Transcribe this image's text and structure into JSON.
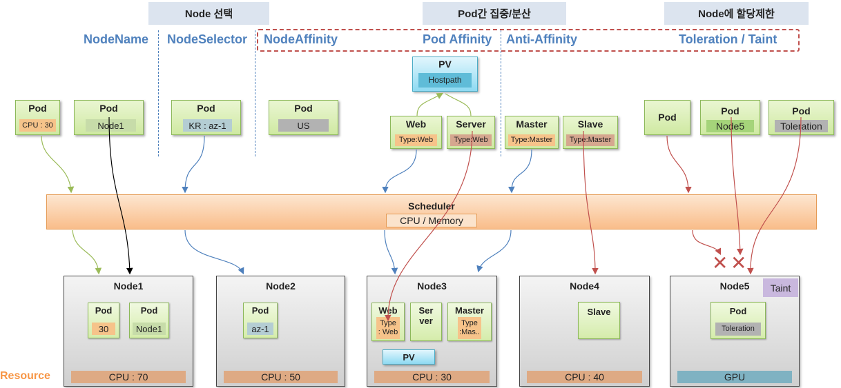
{
  "headers": {
    "node_select": "Node 선택",
    "pod_concentration": "Pod간 집중/분산",
    "node_restriction": "Node에 할당제한"
  },
  "categories": {
    "node_name": "NodeName",
    "node_selector": "NodeSelector",
    "node_affinity": "NodeAffinity",
    "pod_affinity": "Pod Affinity",
    "anti_affinity": "Anti-Affinity",
    "toleration_taint": "Toleration / Taint"
  },
  "top_pods": {
    "cpu_pod": {
      "title": "Pod",
      "tag": "CPU : 30"
    },
    "name_pod": {
      "title": "Pod",
      "tag": "Node1"
    },
    "selector_pod": {
      "title": "Pod",
      "tag": "KR : az-1"
    },
    "affinity_pod": {
      "title": "Pod",
      "tag": "US"
    },
    "web_pod": {
      "title": "Web",
      "tag": "Type:Web"
    },
    "server_pod": {
      "title": "Server",
      "tag": "Type:Web"
    },
    "master_pod": {
      "title": "Master",
      "tag": "Type:Master"
    },
    "slave_pod": {
      "title": "Slave",
      "tag": "Type:Master"
    },
    "plain_pod": {
      "title": "Pod"
    },
    "node5_pod": {
      "title": "Pod",
      "tag": "Node5"
    },
    "toleration_pod": {
      "title": "Pod",
      "tag": "Toleration"
    }
  },
  "pv_top": {
    "title": "PV",
    "tag": "Hostpath"
  },
  "scheduler": {
    "title": "Scheduler",
    "tag": "CPU / Memory"
  },
  "resource_label": "Resource",
  "nodes": {
    "node1": {
      "title": "Node1",
      "resource": "CPU : 70",
      "pods": [
        {
          "title": "Pod",
          "tag": "30"
        },
        {
          "title": "Pod",
          "tag": "Node1"
        }
      ]
    },
    "node2": {
      "title": "Node2",
      "resource": "CPU : 50",
      "pods": [
        {
          "title": "Pod",
          "tag": "az-1"
        }
      ]
    },
    "node3": {
      "title": "Node3",
      "resource": "CPU : 30",
      "pods": [
        {
          "title": "Web",
          "tag": "Type\n: Web"
        },
        {
          "title": "Ser\nver"
        },
        {
          "title": "Master",
          "tag": "Type\n:Mas.."
        }
      ],
      "pv": "PV"
    },
    "node4": {
      "title": "Node4",
      "resource": "CPU : 40",
      "pods": [
        {
          "title": "Slave"
        }
      ]
    },
    "node5": {
      "title": "Node5",
      "resource": "GPU",
      "taint": "Taint",
      "pods": [
        {
          "title": "Pod",
          "tag": "Toleration"
        }
      ]
    }
  },
  "colors": {
    "header_bg": "#dce4ef",
    "category_text": "#4f81bd",
    "pod_border": "#8cb85a",
    "scheduler_bg": "#f9bd8a",
    "resource_bg": "#deaa84",
    "gpu_bg": "#7fb2c2",
    "taint_bg": "#c9b8de",
    "reject_mark": "#c0504d",
    "dashed_box": "#c0504d"
  }
}
